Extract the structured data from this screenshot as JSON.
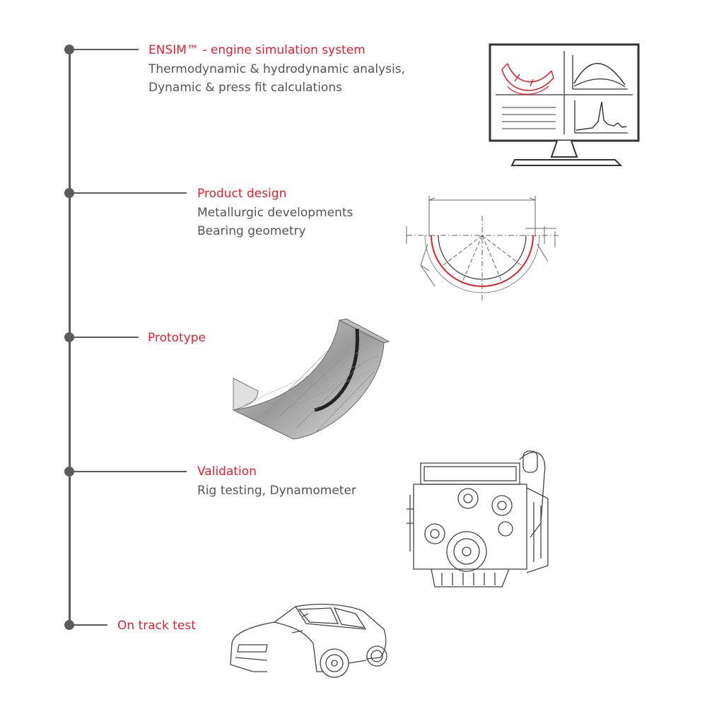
{
  "colors": {
    "accent": "#e3202e",
    "line": "#5b5b5b",
    "text": "#555555",
    "drawing": "#666666"
  },
  "steps": [
    {
      "title": "ENSIM™ - engine simulation system",
      "lines": [
        "Thermodynamic & hydrodynamic analysis,",
        "Dynamic & press fit calculations"
      ],
      "icon": "monitor-simulation-icon"
    },
    {
      "title": "Product design",
      "lines": [
        "Metallurgic developments",
        "Bearing geometry"
      ],
      "icon": "bearing-drawing-icon"
    },
    {
      "title": "Prototype",
      "lines": [],
      "icon": "bearing-shell-icon"
    },
    {
      "title": "Validation",
      "lines": [
        "Rig testing, Dynamometer"
      ],
      "icon": "engine-icon"
    },
    {
      "title": "On track test",
      "lines": [],
      "icon": "race-car-icon"
    }
  ]
}
